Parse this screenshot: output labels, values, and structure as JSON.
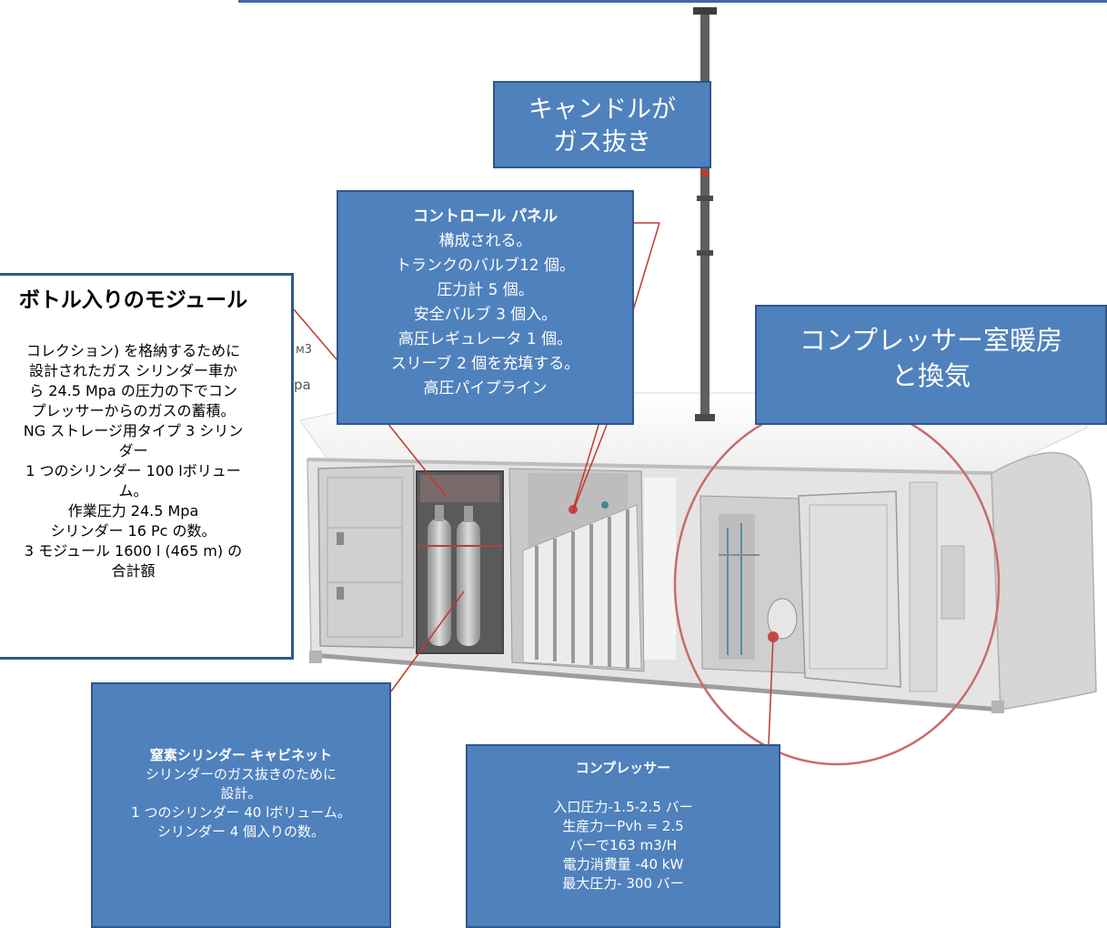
{
  "candle": {
    "line1": "キャンドルが",
    "line2": "ガス抜き"
  },
  "control_panel": {
    "title": "コントロール パネル",
    "lines": [
      "構成される。",
      "トランクのバルブ12 個。",
      "圧力計 5 個。",
      "安全バルブ 3 個入。",
      "高圧レギュレータ 1 個。",
      "スリーブ 2 個を充填する。",
      "高圧パイプライン"
    ]
  },
  "heating": {
    "line1": "コンプレッサー室暖房",
    "line2": "と換気"
  },
  "bottle_module": {
    "title": "ボトル入りのモジュール",
    "lines": [
      "コレクション) を格納するために",
      "設計されたガス シリンダー車か",
      "ら 24.5 Mpa の圧力の下でコン",
      "プレッサーからのガスの蓄積。",
      "NG ストレージ用タイプ 3 シリン",
      "ダー",
      "1 つのシリンダー 100 lボリュー",
      "ム。",
      "作業圧力 24.5 Mpa",
      "シリンダー 16 Pc の数。",
      "3 モジュール 1600 l (465 m) の",
      "合計額"
    ]
  },
  "nitrogen": {
    "title": "窒素シリンダー キャビネット",
    "lines": [
      "シリンダーのガス抜きのために",
      "設計。",
      "1 つのシリンダー 40 lボリューム。",
      "シリンダー 4 個入りの数。"
    ]
  },
  "compressor": {
    "title": "コンプレッサー",
    "lines": [
      "入口圧力-1.5-2.5 バー",
      "生産力ーPvh = 2.5",
      "バーで163 m3/H",
      "電力消費量 -40 kW",
      "最大圧力- 300 バー"
    ]
  },
  "background_fragments": {
    "m3": "м3",
    "pa": "pa"
  },
  "colors": {
    "callout_fill": "#4f81bd",
    "callout_border": "#2f5889",
    "leader_line": "#c0392b",
    "container_body": "#e3e3e3"
  }
}
